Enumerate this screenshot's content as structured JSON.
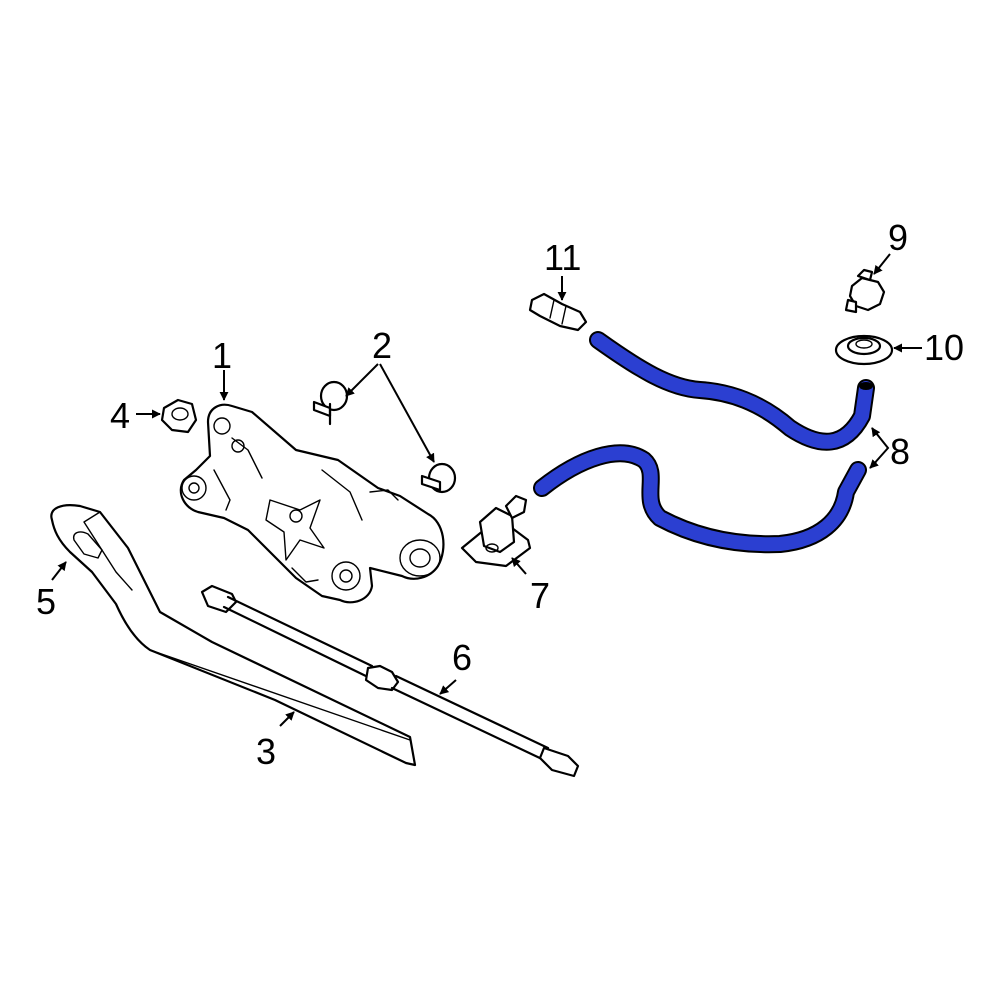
{
  "colors": {
    "highlight": "#2b3fd1",
    "outline": "#000000",
    "background": "#ffffff"
  },
  "callouts": [
    {
      "id": "1",
      "label": "1"
    },
    {
      "id": "2",
      "label": "2"
    },
    {
      "id": "3",
      "label": "3"
    },
    {
      "id": "4",
      "label": "4"
    },
    {
      "id": "5",
      "label": "5"
    },
    {
      "id": "6",
      "label": "6"
    },
    {
      "id": "7",
      "label": "7"
    },
    {
      "id": "8",
      "label": "8"
    },
    {
      "id": "9",
      "label": "9"
    },
    {
      "id": "10",
      "label": "10"
    },
    {
      "id": "11",
      "label": "11"
    }
  ],
  "highlighted_part": "8"
}
